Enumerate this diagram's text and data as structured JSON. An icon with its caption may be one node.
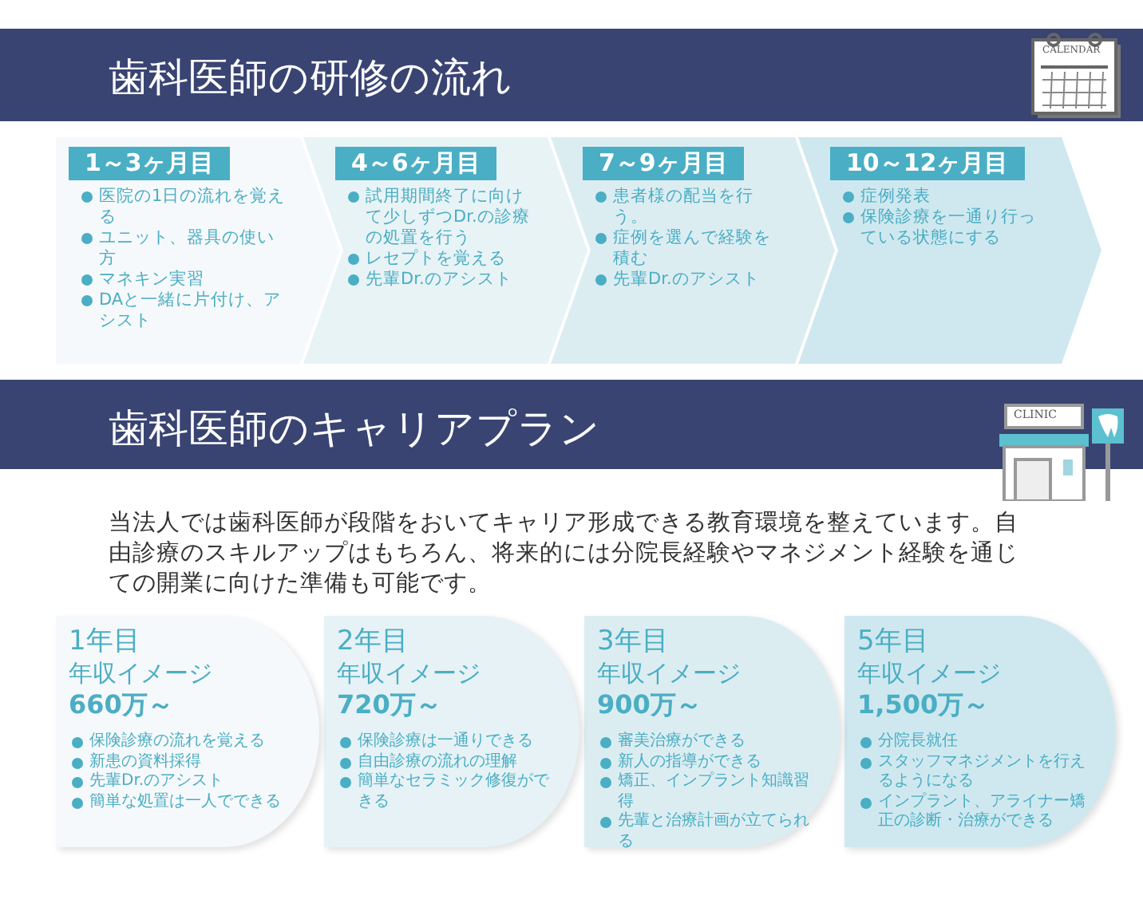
{
  "diagram": {
    "title": "歯科医師の研修の流れ",
    "nodes": [
      {
        "text": [
          "1～3ヶ月目",
          "医院の1日の流れを覚える",
          "ユニット、器具の使い方",
          "マネキン実習",
          "DAと一緒に片付け、アシスト"
        ]
      },
      {
        "text": [
          "4～6ヶ月目",
          "試用期間終了に向けて少しずつDr.の診療の処置を行う",
          "レセプトを覚える",
          "先輩Dr.のアシスト"
        ]
      },
      {
        "text": [
          "7～9ヶ月目",
          "患者様の配当を行う。",
          "症例を選んで経験を積む",
          "先輩Dr.のアシスト"
        ]
      },
      {
        "text": [
          "10～12ヶ月目",
          "症例発表",
          "保険診療を一通り行っている状態にする"
        ]
      },
      {
        "text": [
          "1年目",
          "年収イメージ",
          "660万～",
          "保険診療の流れを覚える",
          "新患の資料採得",
          "先輩Dr.のアシスト",
          "簡単な処置は一人でできる"
        ]
      },
      {
        "text": [
          "2年目",
          "年収イメージ",
          "720万～",
          "保険診療は一通りできる",
          "自由診療の流れの理解",
          "簡単なセラミック修復ができる"
        ]
      },
      {
        "text": [
          "3年目",
          "年収イメージ",
          "900万～",
          "審美治療ができる",
          "新人の指導ができる",
          "矯正、インプラント知識習得",
          "先輩と治療計画が立てられる"
        ]
      },
      {
        "text": [
          "5年目",
          "年収イメージ",
          "1,500万～",
          "分院長就任",
          "スタッフマネジメントを行えるようになる",
          "インプラント、アライナー矯正の診断・治療ができる"
        ]
      }
    ],
    "labels": [
      "CALENDAR",
      "歯科医師のキャリアプラン",
      "CLINIC",
      "当法人では歯科医師が段階をおいてキャリア形成できる教育環境を整えています。自由診療のスキルアップはもちろん、将来的には分院長経験やマネジメント経験を通じての開業に向けた準備も可能です。"
    ]
  }
}
